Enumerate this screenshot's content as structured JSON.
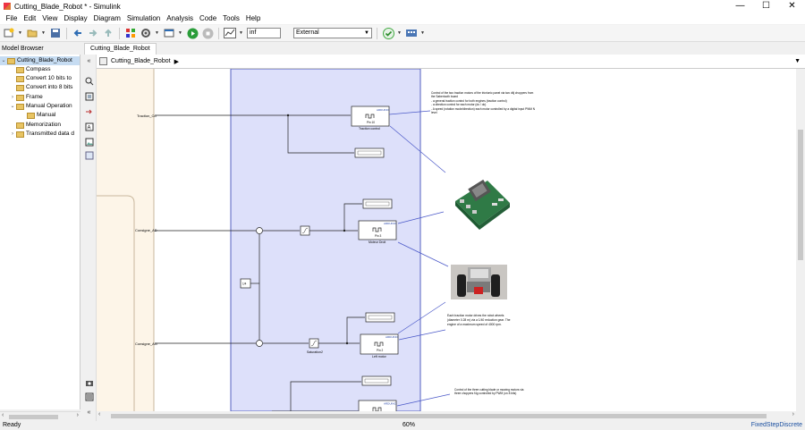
{
  "window": {
    "title": "Cutting_Blade_Robot * - Simulink",
    "minimize": "—",
    "maximize": "☐",
    "close": "✕"
  },
  "menu": [
    "File",
    "Edit",
    "View",
    "Display",
    "Diagram",
    "Simulation",
    "Analysis",
    "Code",
    "Tools",
    "Help"
  ],
  "toolbar": {
    "stop_time": "inf",
    "sim_mode": "External"
  },
  "tabs": {
    "browser_title": "Model Browser",
    "model_tab": "Cutting_Blade_Robot"
  },
  "address": {
    "path": "Cutting_Blade_Robot"
  },
  "model_browser": {
    "items": [
      {
        "label": "Cutting_Blade_Robot",
        "level": 0,
        "toggle": "⌄",
        "selected": true
      },
      {
        "label": "Compass",
        "level": 1,
        "toggle": ""
      },
      {
        "label": "Convert 10 bits to",
        "level": 1,
        "toggle": ""
      },
      {
        "label": "Convert into 8 bits",
        "level": 1,
        "toggle": ""
      },
      {
        "label": "Frame",
        "level": 1,
        "toggle": "›"
      },
      {
        "label": "Manual Operation",
        "level": 1,
        "toggle": "⌄"
      },
      {
        "label": "Manual",
        "level": 2,
        "toggle": ""
      },
      {
        "label": "Memorization",
        "level": 1,
        "toggle": ""
      },
      {
        "label": "Transmitted data d",
        "level": 1,
        "toggle": "›"
      }
    ]
  },
  "diagram": {
    "signals": {
      "traction": "Traction_Cd",
      "consigne_ad": "Consigne_AD",
      "consigne_ag": "Consigne_AG"
    },
    "blocks": {
      "arduino": "ARDUINO",
      "pin10": "Pin 10",
      "traction_control": "Traction control",
      "pin3": "Pin 3",
      "moteur_droit": "Moteur Droit",
      "pin2": "Pin 2",
      "left_motor": "Left motor",
      "gain": "1/4",
      "saturation2": "Saturation2"
    },
    "notes": {
      "traction": "Control of the two traction motors of the tricrionic panel via two dtij choppers from the Sabertooth board\n- a general traction control for both engines (traction control)\n- a direction control for each motor (do / do)\n- A speed (rotation mode/direction) each motor controlled by a digital input PWM N level",
      "wheels": "Each traction motor drives the robot wheels (diameter 0.28 m) via a 1/40 reduction gear. The engine of a maximum speed of 4000 rpm.",
      "blade": "Control of the three cutting blade or mowing motors via three choppers f4g controlled by PWM (on 8 bits)"
    }
  },
  "status": {
    "left": "Ready",
    "zoom": "60%",
    "solver": "FixedStepDiscrete"
  }
}
